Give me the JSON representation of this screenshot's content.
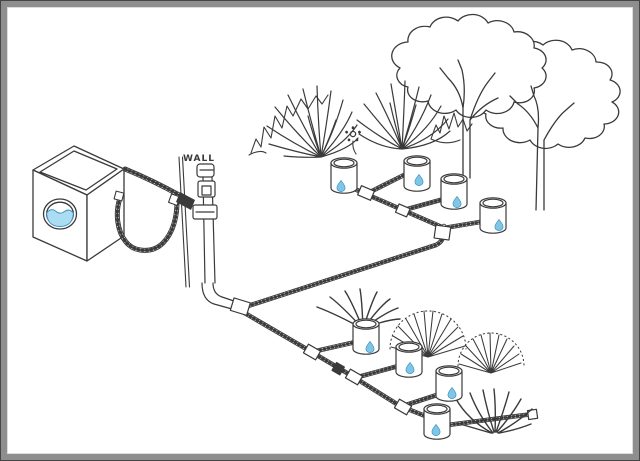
{
  "figure": {
    "wall_label": "WALL"
  },
  "colors": {
    "ink": "#3a3a3a",
    "paper": "#ffffff",
    "frame": "#8e8e8e",
    "frame_edge": "#454545",
    "water_fill": "#aadcf2",
    "water_line": "#3e92c0",
    "drop_fill": "#7fc6e6"
  },
  "scene": {
    "illustration": "greywater-drip-irrigation",
    "mulch_basin_count": 8,
    "water_drop_count": 8,
    "plant_groups": [
      "shrub-left",
      "agave-left",
      "flower",
      "agave-right",
      "shrub-right",
      "tree-left",
      "tree-right",
      "palm",
      "fan-plant-left",
      "fan-plant-right",
      "grass-tuft"
    ],
    "equipment": [
      "washing-machine",
      "drain-hose-loop",
      "wall",
      "standpipe-valve",
      "distribution-tubing",
      "tee-fittings",
      "mulch-basins"
    ]
  }
}
